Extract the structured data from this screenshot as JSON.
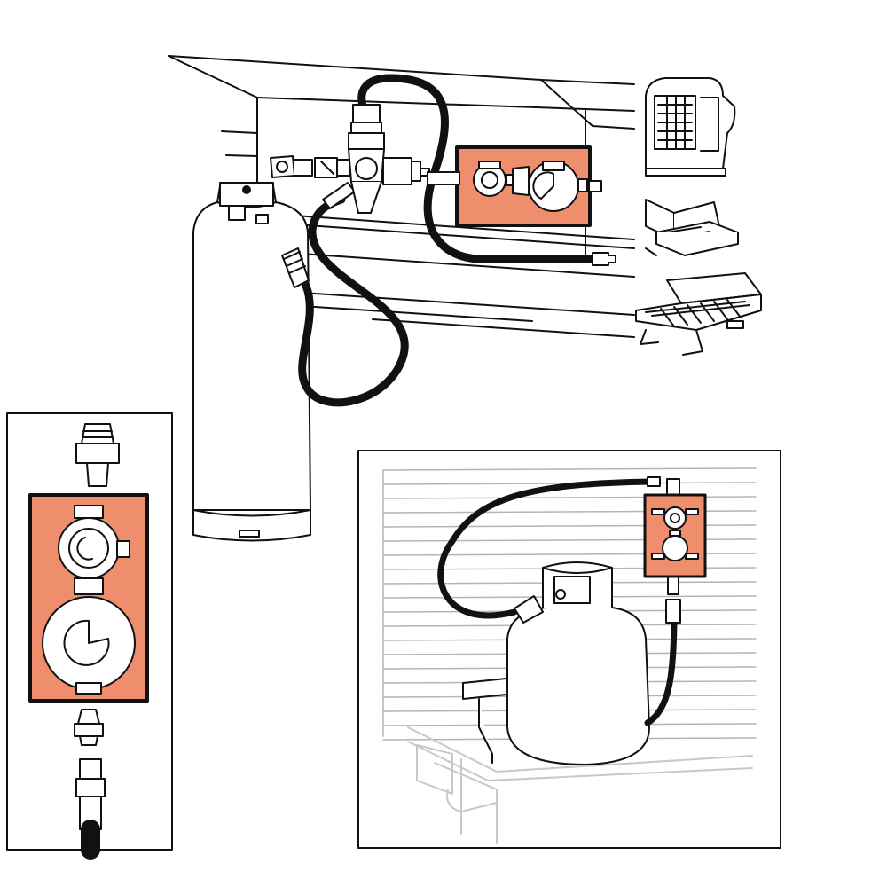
{
  "figure": {
    "callouts": [],
    "colors": {
      "line": "#111111",
      "hose": "#111111",
      "regulator_highlight": "#ee8e6d",
      "background": "#ffffff",
      "wall_line": "#b5b5b5",
      "trailer_line": "#c8c8c8"
    },
    "panels": [
      {
        "name": "main-installation-view",
        "shows": [
          "propane-cylinder",
          "tee-fitting",
          "two-stage-regulator",
          "hose",
          "wall-shelf"
        ]
      },
      {
        "name": "regulator-assembly-detail",
        "shows": [
          "inlet-fitting",
          "two-stage-regulator",
          "outlet-fitting",
          "hose"
        ]
      },
      {
        "name": "trailer-installation-view",
        "shows": [
          "propane-tank",
          "two-stage-regulator",
          "hose",
          "trailer-tongue"
        ]
      }
    ],
    "appliances": [
      {
        "name": "portable-heater-icon"
      },
      {
        "name": "camp-stove-icon"
      },
      {
        "name": "portable-grill-icon"
      }
    ]
  }
}
